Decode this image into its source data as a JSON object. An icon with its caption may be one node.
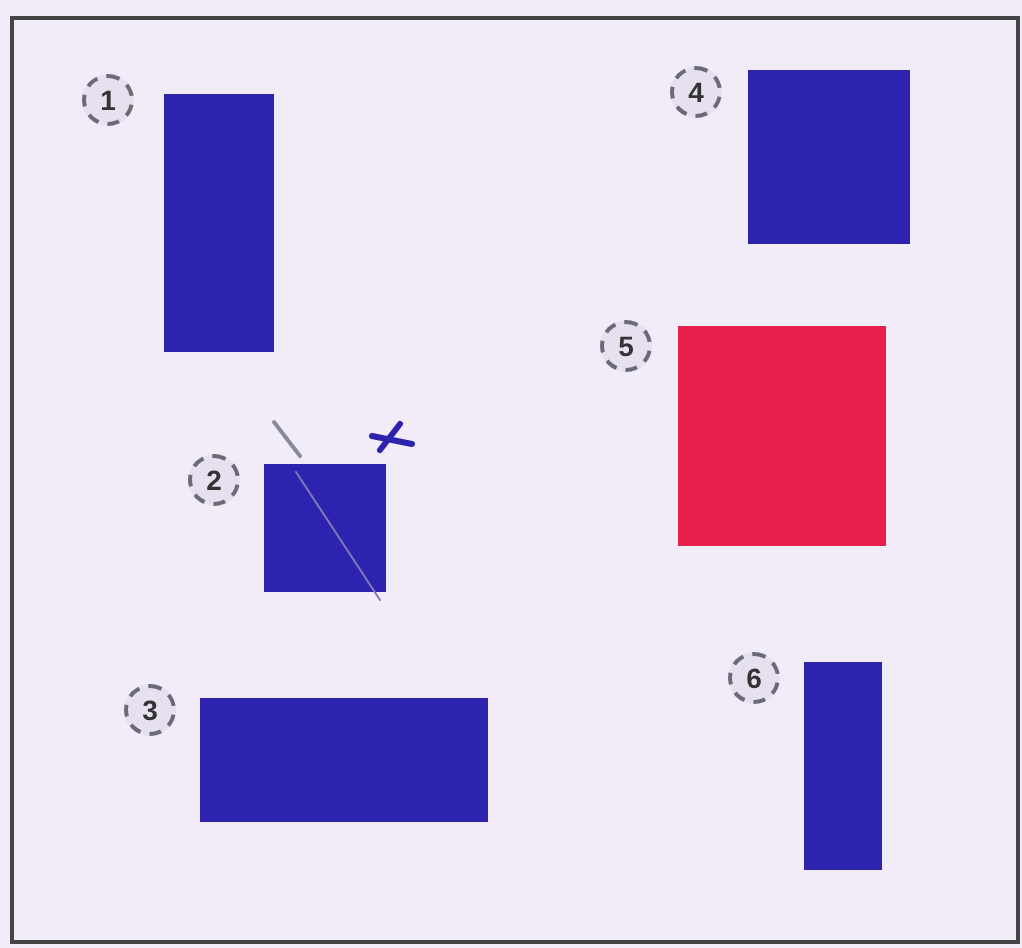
{
  "diagram": {
    "nodes": [
      {
        "text": [],
        "shape": "box",
        "beside": [
          "1"
        ]
      },
      {
        "text": [],
        "shape": "box",
        "beside": [
          "4"
        ]
      },
      {
        "text": [],
        "shape": "box",
        "beside": [
          "5"
        ]
      },
      {
        "text": [],
        "shape": "box",
        "beside": [
          "2"
        ]
      },
      {
        "text": [],
        "shape": "box",
        "beside": [
          "6"
        ]
      },
      {
        "text": [],
        "shape": "box",
        "beside": [
          "3"
        ]
      }
    ]
  }
}
